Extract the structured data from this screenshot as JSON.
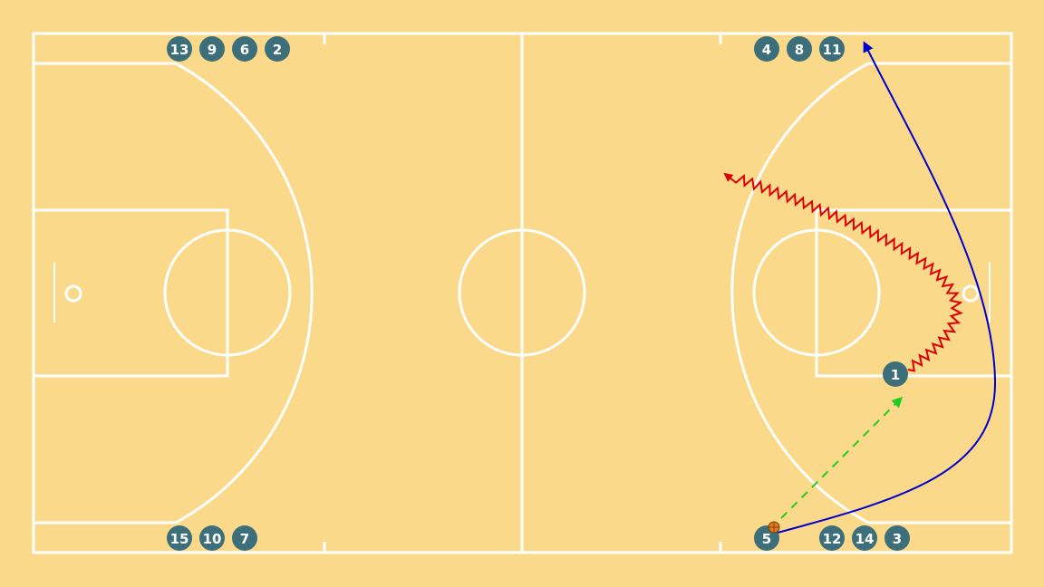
{
  "colors": {
    "background": "#fbd98a",
    "lines": "#ffffff",
    "player": "#3d6f7a",
    "player_text": "#ffffff",
    "pass": "#22cc22",
    "dribble": "#dd0000",
    "cut": "#0000cc",
    "ball": "#e07a1f"
  },
  "players": {
    "p13": "13",
    "p9": "9",
    "p6": "6",
    "p2": "2",
    "p4": "4",
    "p8": "8",
    "p11": "11",
    "p15": "15",
    "p10": "10",
    "p7": "7",
    "p5": "5",
    "p12": "12",
    "p14": "14",
    "p3": "3",
    "p1": "1"
  },
  "actions": [
    {
      "type": "pass",
      "from": "5",
      "to": "1",
      "style": "dashed"
    },
    {
      "type": "dribble",
      "player": "1",
      "style": "zigzag"
    },
    {
      "type": "cut",
      "player": "5",
      "style": "solid"
    }
  ],
  "ball_holder": "5"
}
